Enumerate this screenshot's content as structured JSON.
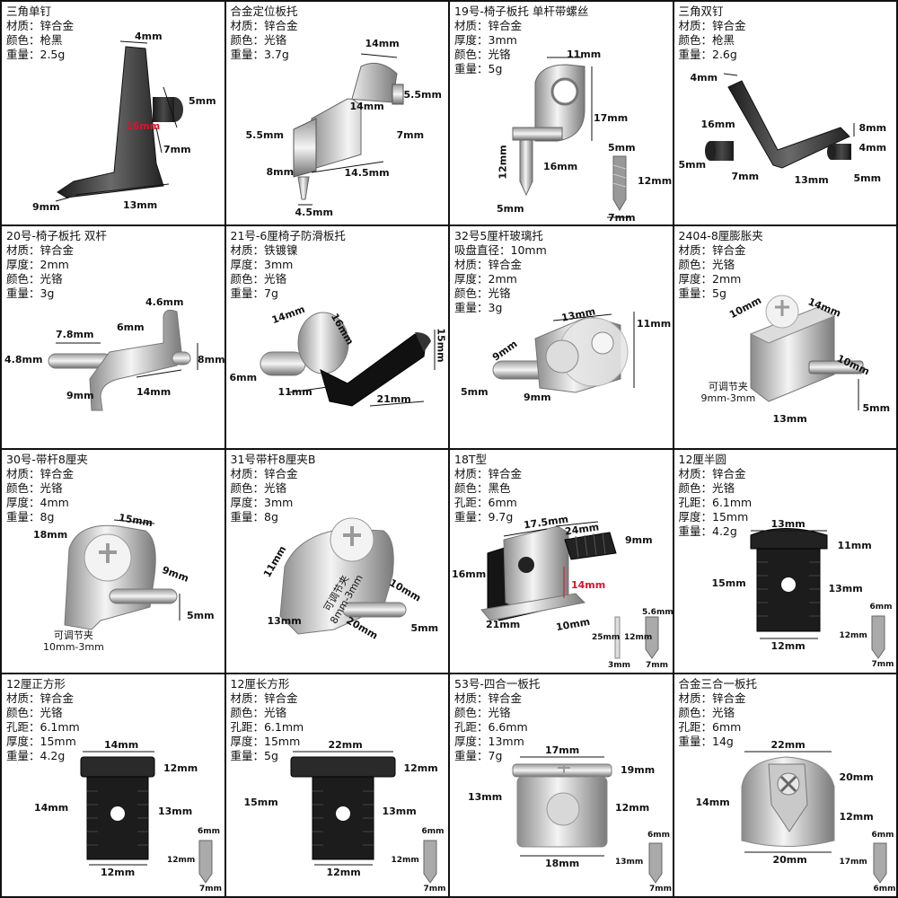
{
  "cells": [
    {
      "title": "三角单钉",
      "specs": [
        "材质：锌合金",
        "颜色：枪黑",
        "重量：2.5g"
      ],
      "dims": [
        {
          "t": "4mm"
        },
        {
          "t": "5mm"
        },
        {
          "t": "16mm",
          "red": true
        },
        {
          "t": "7mm"
        },
        {
          "t": "9mm"
        },
        {
          "t": "13mm"
        }
      ]
    },
    {
      "title": "合金定位板托",
      "specs": [
        "材质：锌合金",
        "颜色：光铬",
        "重量：3.7g"
      ],
      "dims": [
        {
          "t": "14mm"
        },
        {
          "t": "5.5mm"
        },
        {
          "t": "14mm"
        },
        {
          "t": "5.5mm"
        },
        {
          "t": "7mm"
        },
        {
          "t": "8mm"
        },
        {
          "t": "14.5mm"
        },
        {
          "t": "4.5mm"
        }
      ]
    },
    {
      "title": "19号-椅子板托 单杆带螺丝",
      "specs": [
        "材质：锌合金",
        "厚度：3mm",
        "颜色：光铬",
        "重量：5g"
      ],
      "dims": [
        {
          "t": "11mm"
        },
        {
          "t": "17mm"
        },
        {
          "t": "12mm"
        },
        {
          "t": "16mm"
        },
        {
          "t": "5mm"
        },
        {
          "t": "5mm"
        },
        {
          "t": "12mm"
        },
        {
          "t": "7mm"
        }
      ]
    },
    {
      "title": "三角双钉",
      "specs": [
        "材质：锌合金",
        "颜色：枪黑",
        "重量：2.6g"
      ],
      "dims": [
        {
          "t": "4mm"
        },
        {
          "t": "16mm"
        },
        {
          "t": "8mm"
        },
        {
          "t": "4mm"
        },
        {
          "t": "5mm"
        },
        {
          "t": "7mm"
        },
        {
          "t": "13mm"
        },
        {
          "t": "5mm"
        }
      ]
    },
    {
      "title": "20号-椅子板托 双杆",
      "specs": [
        "材质：锌合金",
        "厚度：2mm",
        "颜色：光铬",
        "重量：3g"
      ],
      "dims": [
        {
          "t": "4.6mm"
        },
        {
          "t": "7.8mm"
        },
        {
          "t": "6mm"
        },
        {
          "t": "4.8mm"
        },
        {
          "t": "8mm"
        },
        {
          "t": "9mm"
        },
        {
          "t": "14mm"
        }
      ]
    },
    {
      "title": "21号-6厘椅子防滑板托",
      "specs": [
        "材质：铁镀镍",
        "厚度：3mm",
        "颜色：光铬",
        "重量：7g"
      ],
      "dims": [
        {
          "t": "14mm"
        },
        {
          "t": "16mm"
        },
        {
          "t": "15mm"
        },
        {
          "t": "6mm"
        },
        {
          "t": "11mm"
        },
        {
          "t": "21mm"
        }
      ]
    },
    {
      "title": "32号5厘杆玻璃托",
      "specs": [
        "吸盘直径：10mm",
        "材质：锌合金",
        "厚度：2mm",
        "颜色：光铬",
        "重量：3g"
      ],
      "dims": [
        {
          "t": "13mm"
        },
        {
          "t": "11mm"
        },
        {
          "t": "9mm"
        },
        {
          "t": "5mm"
        },
        {
          "t": "9mm"
        }
      ]
    },
    {
      "title": "2404-8厘膨胀夹",
      "specs": [
        "材质：锌合金",
        "颜色：光铬",
        "厚度：2mm",
        "重量：5g"
      ],
      "dims": [
        {
          "t": "10mm"
        },
        {
          "t": "14mm"
        },
        {
          "t": "10mm"
        },
        {
          "t": "5mm"
        },
        {
          "t": "13mm"
        }
      ],
      "note": [
        "可调节夹",
        "9mm-3mm"
      ]
    },
    {
      "title": "30号-带杆8厘夹",
      "specs": [
        "材质：锌合金",
        "颜色：光铬",
        "厚度：4mm",
        "重量：8g"
      ],
      "dims": [
        {
          "t": "15mm"
        },
        {
          "t": "18mm"
        },
        {
          "t": "9mm"
        },
        {
          "t": "5mm"
        }
      ],
      "note": [
        "可调节夹",
        "10mm-3mm"
      ]
    },
    {
      "title": "31号带杆8厘夹B",
      "specs": [
        "材质：锌合金",
        "颜色：光铬",
        "厚度：3mm",
        "重量：8g"
      ],
      "dims": [
        {
          "t": "11mm"
        },
        {
          "t": "10mm"
        },
        {
          "t": "13mm"
        },
        {
          "t": "20mm"
        },
        {
          "t": "5mm"
        }
      ],
      "note": [
        "可调节夹",
        "8mm-3mm"
      ]
    },
    {
      "title": "18T型",
      "specs": [
        "材质：锌合金",
        "颜色：黑色",
        "孔距：6mm",
        "重量：9.7g"
      ],
      "dims": [
        {
          "t": "17.5mm"
        },
        {
          "t": "24mm"
        },
        {
          "t": "9mm"
        },
        {
          "t": "16mm"
        },
        {
          "t": "14mm",
          "red": true
        },
        {
          "t": "21mm"
        },
        {
          "t": "10mm"
        },
        {
          "t": "5.6mm"
        },
        {
          "t": "25mm"
        },
        {
          "t": "12mm"
        },
        {
          "t": "3mm"
        },
        {
          "t": "7mm"
        }
      ]
    },
    {
      "title": "12厘半圆",
      "specs": [
        "材质：锌合金",
        "颜色：光铬",
        "孔距：6.1mm",
        "厚度：15mm",
        "重量：4.2g"
      ],
      "dims": [
        {
          "t": "13mm"
        },
        {
          "t": "11mm"
        },
        {
          "t": "15mm"
        },
        {
          "t": "13mm"
        },
        {
          "t": "12mm"
        },
        {
          "t": "6mm"
        },
        {
          "t": "12mm"
        },
        {
          "t": "7mm"
        }
      ]
    },
    {
      "title": "12厘正方形",
      "specs": [
        "材质：锌合金",
        "颜色：光铬",
        "孔距：6.1mm",
        "厚度：15mm",
        "重量：4.2g"
      ],
      "dims": [
        {
          "t": "14mm"
        },
        {
          "t": "12mm"
        },
        {
          "t": "14mm"
        },
        {
          "t": "13mm"
        },
        {
          "t": "12mm"
        },
        {
          "t": "6mm"
        },
        {
          "t": "12mm"
        },
        {
          "t": "7mm"
        }
      ]
    },
    {
      "title": "12厘长方形",
      "specs": [
        "材质：锌合金",
        "颜色：光铬",
        "孔距：6.1mm",
        "厚度：15mm",
        "重量：5g"
      ],
      "dims": [
        {
          "t": "22mm"
        },
        {
          "t": "12mm"
        },
        {
          "t": "15mm"
        },
        {
          "t": "13mm"
        },
        {
          "t": "12mm"
        },
        {
          "t": "6mm"
        },
        {
          "t": "12mm"
        },
        {
          "t": "7mm"
        }
      ]
    },
    {
      "title": "53号-四合一板托",
      "specs": [
        "材质：锌合金",
        "颜色：光铬",
        "孔距：6.6mm",
        "厚度：13mm",
        "重量：7g"
      ],
      "dims": [
        {
          "t": "17mm"
        },
        {
          "t": "19mm"
        },
        {
          "t": "13mm"
        },
        {
          "t": "12mm"
        },
        {
          "t": "18mm"
        },
        {
          "t": "6mm"
        },
        {
          "t": "13mm"
        },
        {
          "t": "7mm"
        }
      ]
    },
    {
      "title": "合金三合一板托",
      "specs": [
        "材质：锌合金",
        "颜色：光铬",
        "孔距：6mm",
        "重量：14g"
      ],
      "dims": [
        {
          "t": "22mm"
        },
        {
          "t": "20mm"
        },
        {
          "t": "14mm"
        },
        {
          "t": "12mm"
        },
        {
          "t": "20mm"
        },
        {
          "t": "6mm"
        },
        {
          "t": "17mm"
        },
        {
          "t": "6mm"
        }
      ]
    }
  ]
}
